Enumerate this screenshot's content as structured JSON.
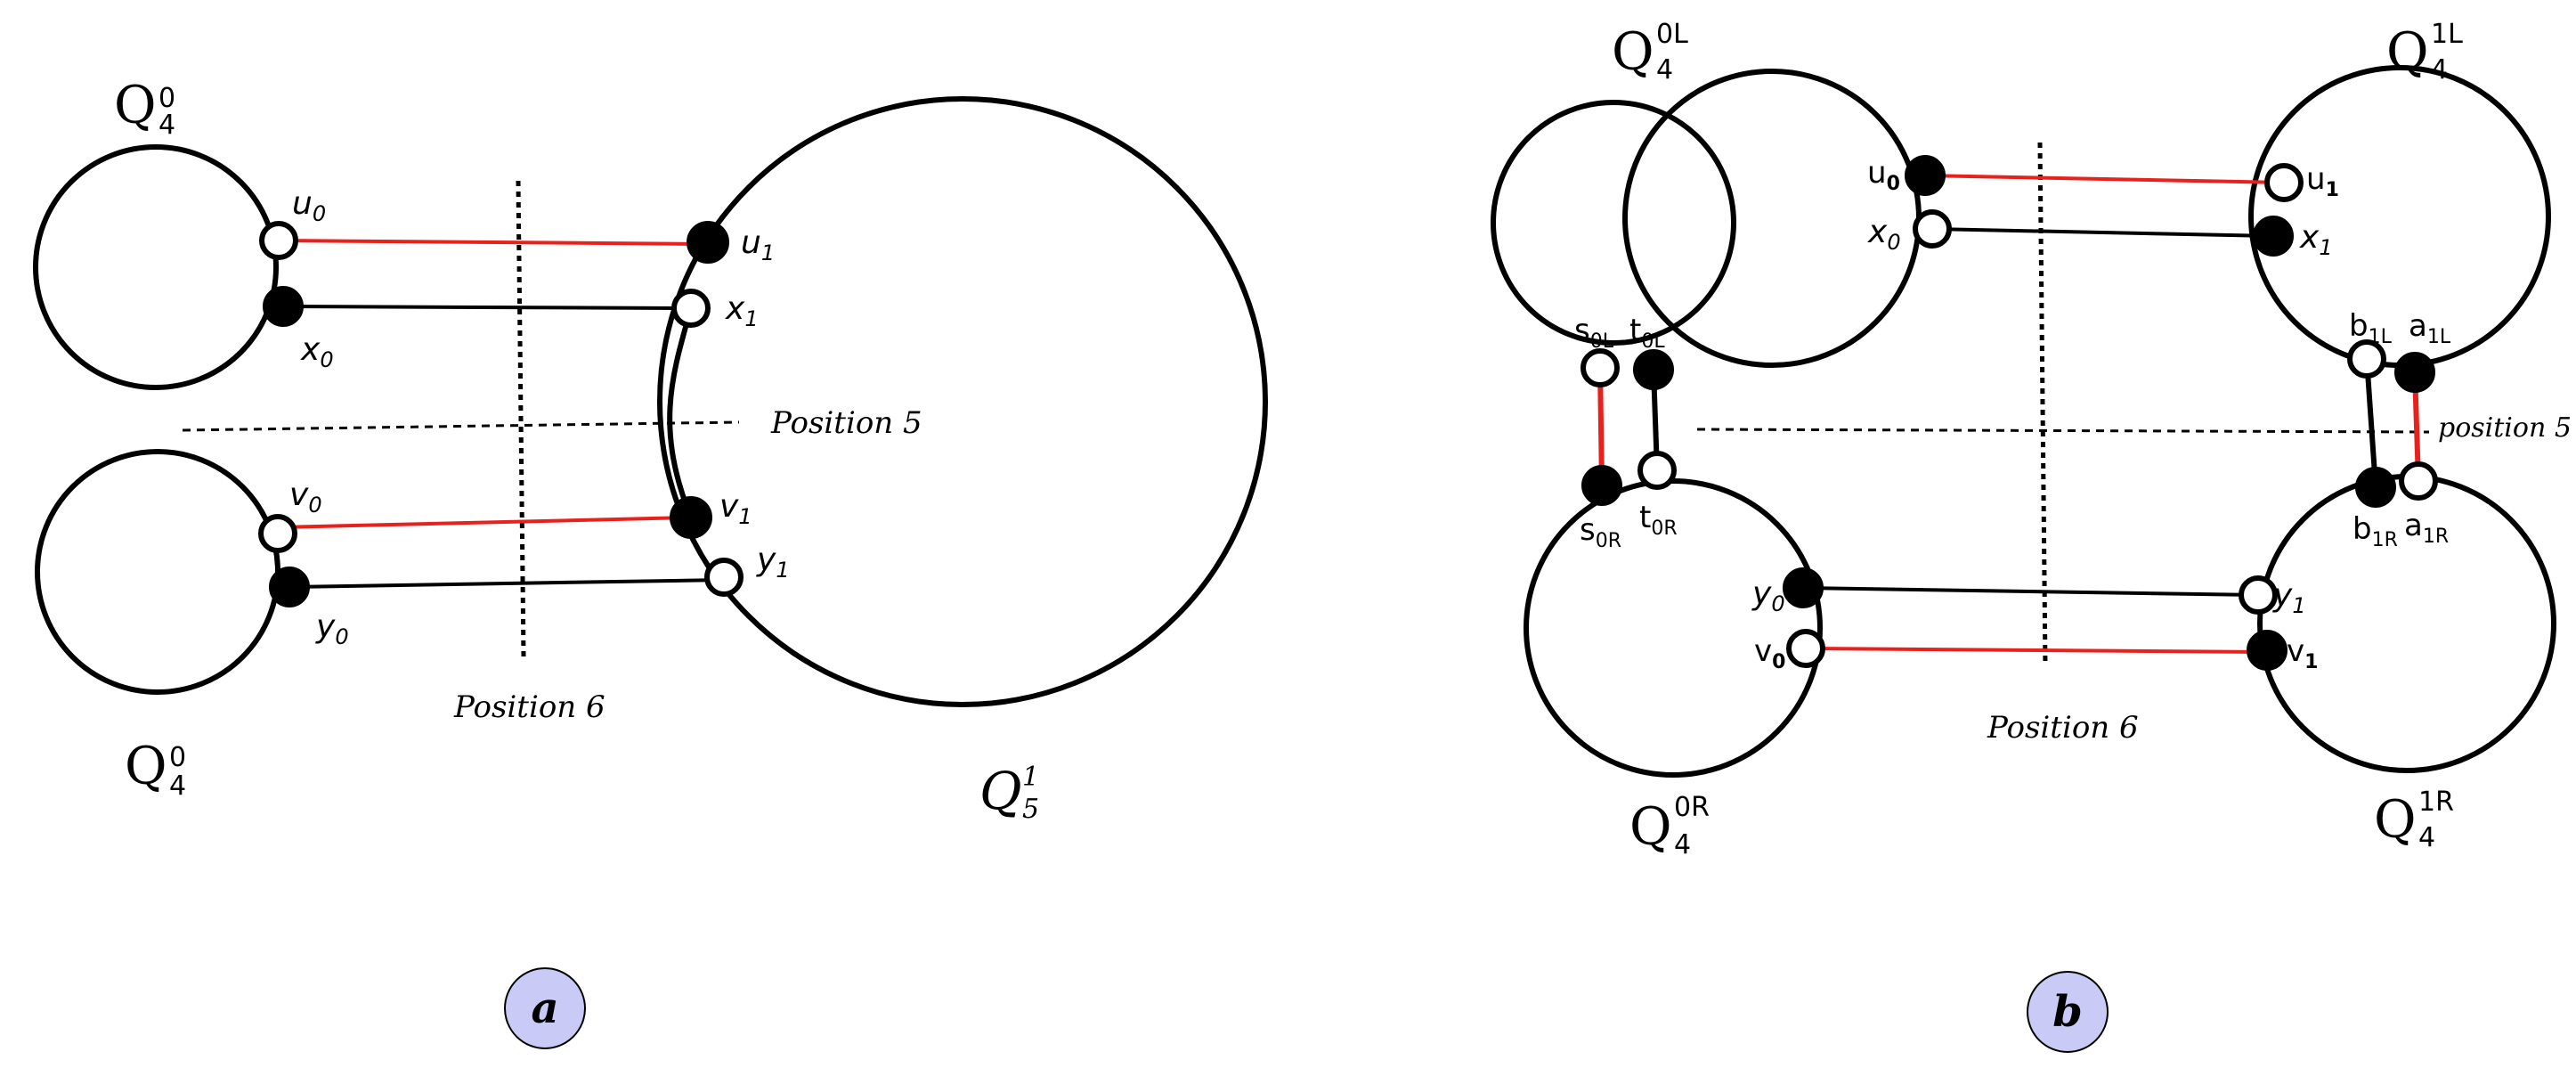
{
  "panel_a": {
    "cube_top_left": {
      "base": "Q",
      "sup": "0",
      "sub": "4"
    },
    "cube_bottom_left": {
      "base": "Q",
      "sup": "0",
      "sub": "4"
    },
    "cube_right": {
      "base": "Q",
      "sup": "1",
      "sub": "5"
    },
    "nodes": {
      "u0": {
        "base": "u",
        "sub": "0"
      },
      "x0": {
        "base": "x",
        "sub": "0"
      },
      "u1": {
        "base": "u",
        "sub": "1"
      },
      "x1": {
        "base": "x",
        "sub": "1"
      },
      "v0": {
        "base": "v",
        "sub": "0"
      },
      "y0": {
        "base": "y",
        "sub": "0"
      },
      "v1": {
        "base": "v",
        "sub": "1"
      },
      "y1": {
        "base": "y",
        "sub": "1"
      }
    },
    "position_horizontal": "Position 5",
    "position_vertical": "Position 6",
    "badge": "a"
  },
  "panel_b": {
    "cube_0L": {
      "base": "Q",
      "sup": "0L",
      "sub": "4"
    },
    "cube_1L": {
      "base": "Q",
      "sup": "1L",
      "sub": "4"
    },
    "cube_0R": {
      "base": "Q",
      "sup": "0R",
      "sub": "4"
    },
    "cube_1R": {
      "base": "Q",
      "sup": "1R",
      "sub": "4"
    },
    "nodes": {
      "u0": {
        "base": "u",
        "sub": "0"
      },
      "u1": {
        "base": "u",
        "sub": "1"
      },
      "x0": {
        "base": "x",
        "sub": "0"
      },
      "x1": {
        "base": "x",
        "sub": "1"
      },
      "s0L": {
        "base": "s",
        "sub": "0L"
      },
      "t0L": {
        "base": "t",
        "sub": "0L"
      },
      "s0R": {
        "base": "s",
        "sub": "0R"
      },
      "t0R": {
        "base": "t",
        "sub": "0R"
      },
      "b1L": {
        "base": "b",
        "sub": "1L"
      },
      "a1L": {
        "base": "a",
        "sub": "1L"
      },
      "b1R": {
        "base": "b",
        "sub": "1R"
      },
      "a1R": {
        "base": "a",
        "sub": "1R"
      },
      "y0": {
        "base": "y",
        "sub": "0"
      },
      "y1": {
        "base": "y",
        "sub": "1"
      },
      "v0": {
        "base": "v",
        "sub": "0"
      },
      "v1": {
        "base": "v",
        "sub": "1"
      }
    },
    "position_horizontal": "position 5",
    "position_vertical": "Position 6",
    "badge": "b"
  },
  "colors": {
    "red_edge": "#e8211c",
    "badge_fill": "#c9caf6",
    "ink": "#000000"
  }
}
